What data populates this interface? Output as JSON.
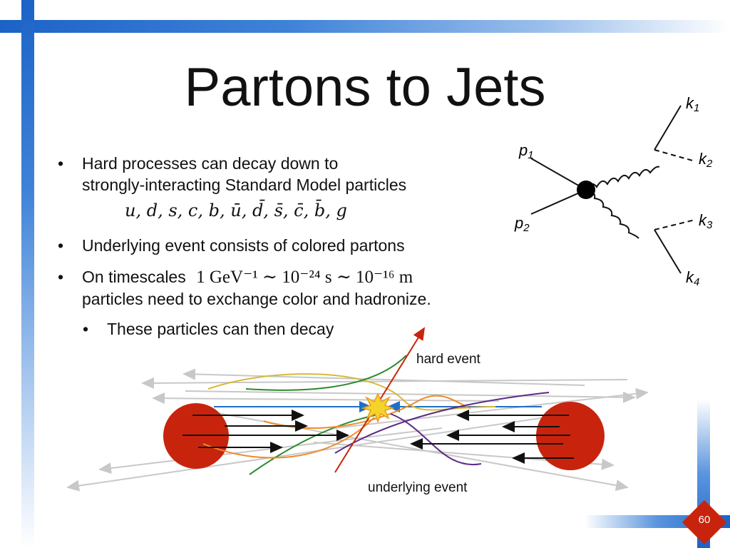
{
  "slide": {
    "title": "Partons to Jets",
    "page_number": "60"
  },
  "bullets": [
    {
      "line1": "Hard processes can decay down to",
      "line2": "strongly-interacting Standard Model particles",
      "math": "u, d, s, c, b, ū, d̄, s̄, c̄, b̄, g"
    },
    {
      "text": "Underlying event consists of colored partons"
    },
    {
      "prefix": "On timescales",
      "math": "1 GeV⁻¹ ∼ 10⁻²⁴ s ∼ 10⁻¹⁶ m",
      "line2": "particles need to exchange color and hadronize."
    },
    {
      "text": "These particles can then decay"
    }
  ],
  "feynman": {
    "labels": {
      "p1": "p",
      "p1_sub": "1",
      "p2": "p",
      "p2_sub": "2",
      "k1": "k",
      "k1_sub": "1",
      "k2": "k",
      "k2_sub": "2",
      "k3": "k",
      "k3_sub": "3",
      "k4": "k",
      "k4_sub": "4"
    }
  },
  "collision": {
    "hard_event_label": "hard event",
    "underlying_event_label": "underlying event",
    "colors": {
      "proton": "#c8240d",
      "hard": "#c8240d",
      "beam": "#1f6fc4",
      "gold": "#d8b93a",
      "green": "#2b8a2b",
      "orange": "#ef8b2a",
      "purple": "#5b2a86",
      "gray": "#c8c8c8"
    }
  }
}
